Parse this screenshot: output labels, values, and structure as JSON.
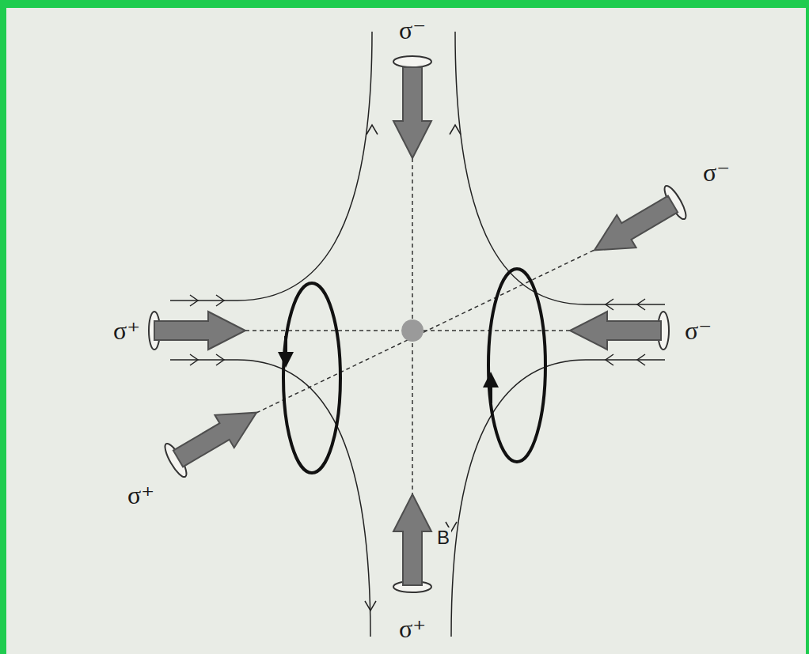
{
  "diagram": {
    "labels": [
      "σ⁻",
      "σ⁻",
      "σ⁺",
      "σ⁻",
      "σ⁺",
      "σ⁺",
      "B"
    ]
  }
}
